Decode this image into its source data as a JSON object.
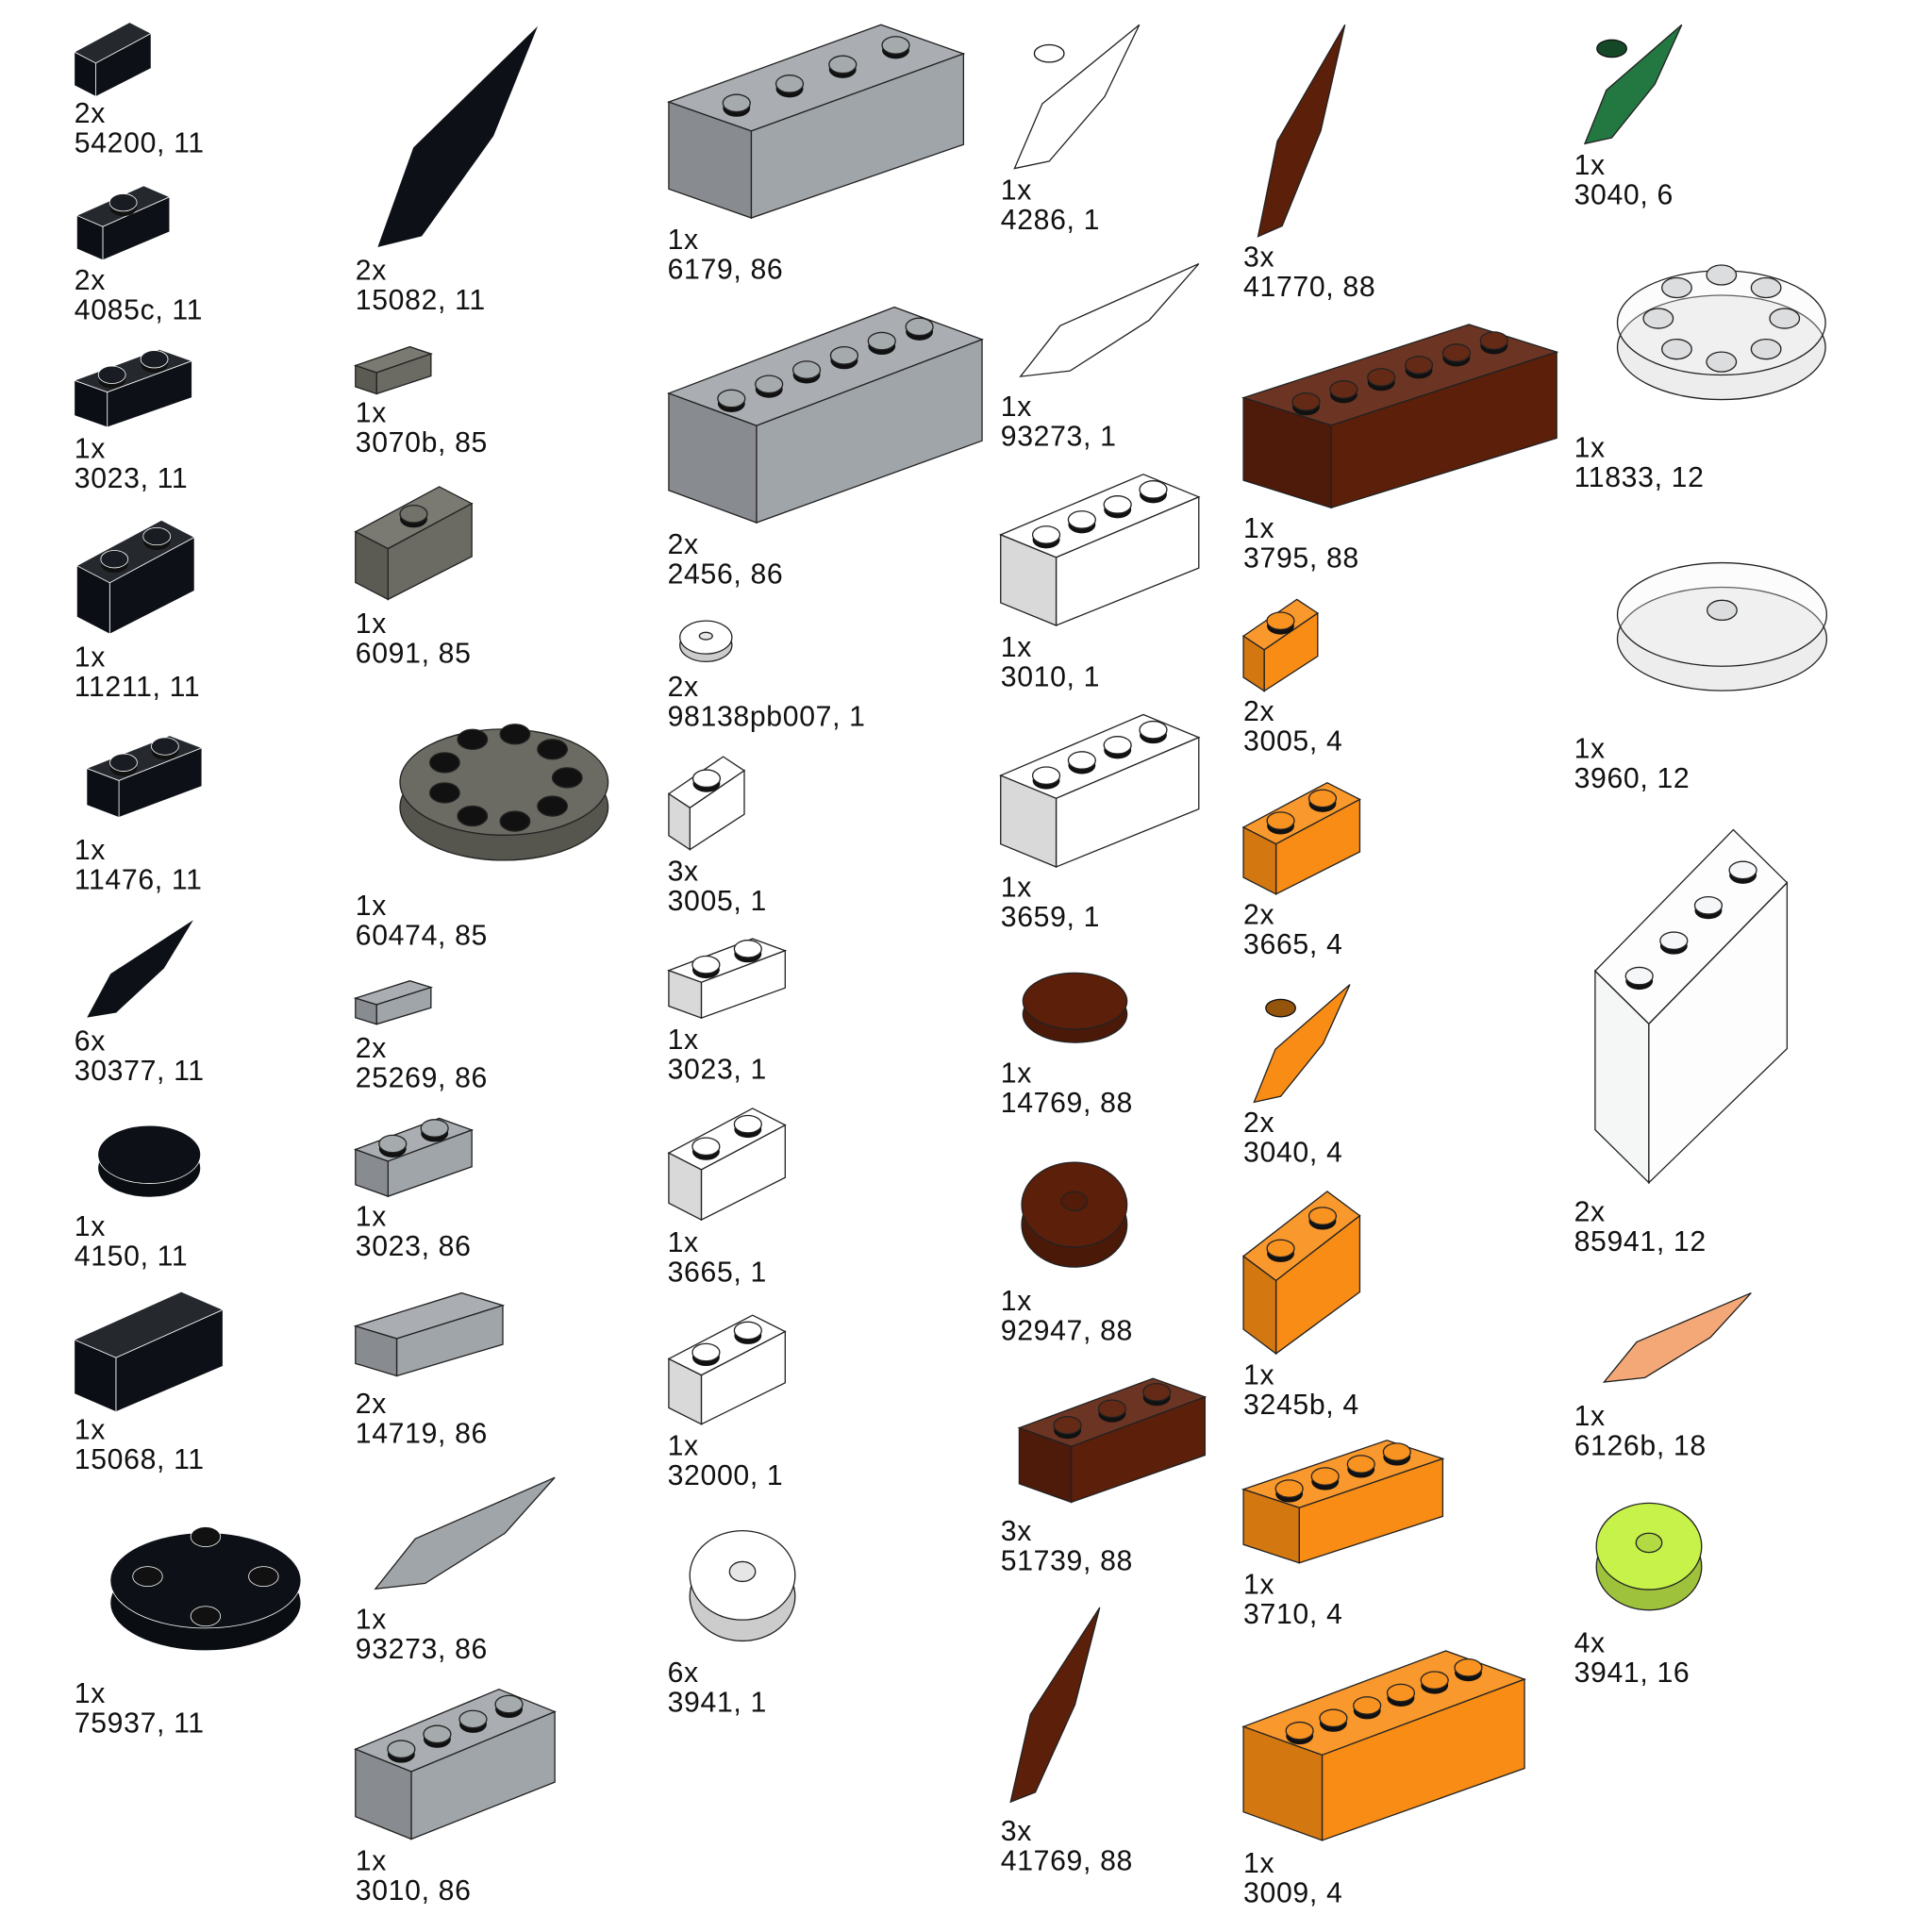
{
  "colors": {
    "11": "#0d1117",
    "85": "#6b6b63",
    "86": "#a0a5a9",
    "1": "#ffffff",
    "88": "#5c1f0a",
    "4": "#f88c14",
    "6": "#237841",
    "12": "#f4f6f8",
    "18": "#f4a877",
    "16": "#c6f24a"
  },
  "parts": [
    {
      "qty": "2x",
      "id": "54200, 11"
    },
    {
      "qty": "2x",
      "id": "4085c, 11"
    },
    {
      "qty": "1x",
      "id": "3023, 11"
    },
    {
      "qty": "1x",
      "id": "11211, 11"
    },
    {
      "qty": "1x",
      "id": "11476, 11"
    },
    {
      "qty": "6x",
      "id": "30377, 11"
    },
    {
      "qty": "1x",
      "id": "4150, 11"
    },
    {
      "qty": "1x",
      "id": "15068, 11"
    },
    {
      "qty": "1x",
      "id": "75937, 11"
    },
    {
      "qty": "2x",
      "id": "15082, 11"
    },
    {
      "qty": "1x",
      "id": "3070b, 85"
    },
    {
      "qty": "1x",
      "id": "6091, 85"
    },
    {
      "qty": "1x",
      "id": "60474, 85"
    },
    {
      "qty": "2x",
      "id": "25269, 86"
    },
    {
      "qty": "1x",
      "id": "3023, 86"
    },
    {
      "qty": "2x",
      "id": "14719, 86"
    },
    {
      "qty": "1x",
      "id": "93273, 86"
    },
    {
      "qty": "1x",
      "id": "3010, 86"
    },
    {
      "qty": "1x",
      "id": "6179, 86"
    },
    {
      "qty": "2x",
      "id": "2456, 86"
    },
    {
      "qty": "2x",
      "id": "98138pb007, 1"
    },
    {
      "qty": "3x",
      "id": "3005, 1"
    },
    {
      "qty": "1x",
      "id": "3023, 1"
    },
    {
      "qty": "1x",
      "id": "3665, 1"
    },
    {
      "qty": "1x",
      "id": "32000, 1"
    },
    {
      "qty": "6x",
      "id": "3941, 1"
    },
    {
      "qty": "1x",
      "id": "4286, 1"
    },
    {
      "qty": "1x",
      "id": "93273, 1"
    },
    {
      "qty": "1x",
      "id": "3010, 1"
    },
    {
      "qty": "1x",
      "id": "3659, 1"
    },
    {
      "qty": "1x",
      "id": "14769, 88"
    },
    {
      "qty": "1x",
      "id": "92947, 88"
    },
    {
      "qty": "3x",
      "id": "51739, 88"
    },
    {
      "qty": "3x",
      "id": "41769, 88"
    },
    {
      "qty": "3x",
      "id": "41770, 88"
    },
    {
      "qty": "1x",
      "id": "3795, 88"
    },
    {
      "qty": "2x",
      "id": "3005, 4"
    },
    {
      "qty": "2x",
      "id": "3665, 4"
    },
    {
      "qty": "2x",
      "id": "3040, 4"
    },
    {
      "qty": "1x",
      "id": "3245b, 4"
    },
    {
      "qty": "1x",
      "id": "3710, 4"
    },
    {
      "qty": "1x",
      "id": "3009, 4"
    },
    {
      "qty": "1x",
      "id": "3040, 6"
    },
    {
      "qty": "1x",
      "id": "11833, 12"
    },
    {
      "qty": "1x",
      "id": "3960, 12"
    },
    {
      "qty": "2x",
      "id": "85941, 12"
    },
    {
      "qty": "1x",
      "id": "6126b, 18"
    },
    {
      "qty": "4x",
      "id": "3941, 16"
    }
  ]
}
